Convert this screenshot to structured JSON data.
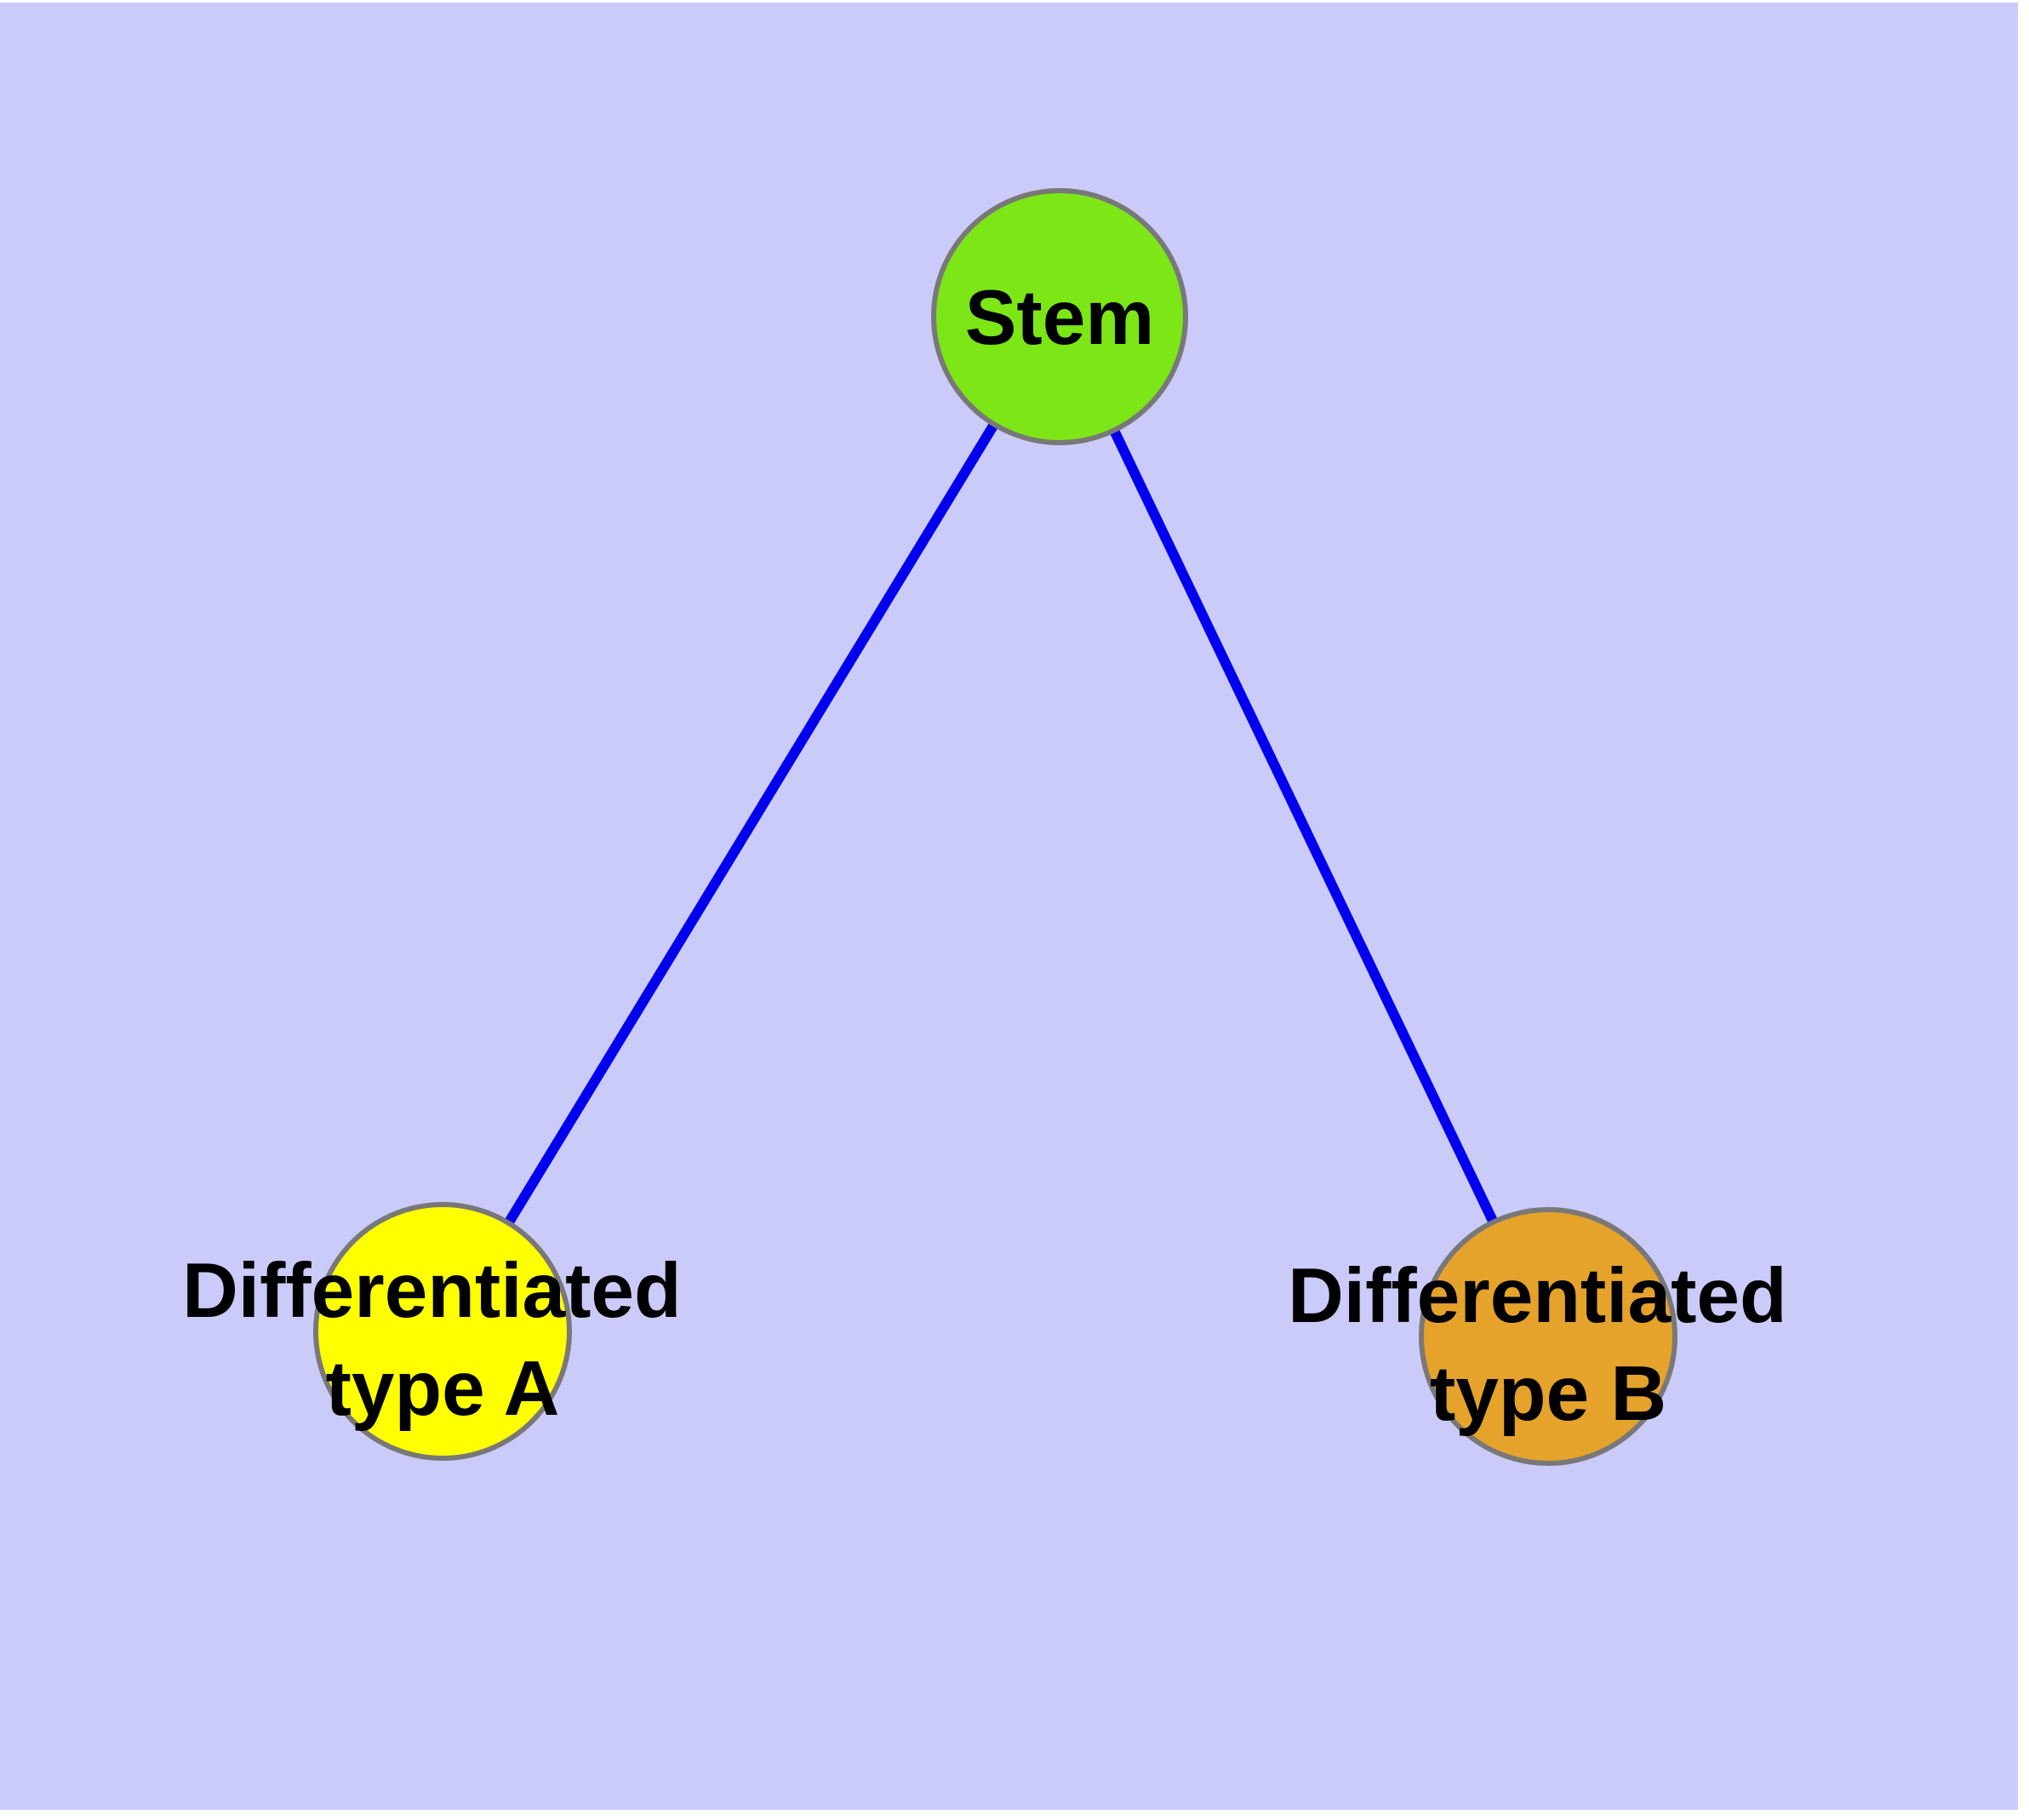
{
  "canvas": {
    "background": "#cbcbf9",
    "margin_color": "#ffffff"
  },
  "graph": {
    "title": "",
    "edge_color": "#0000ee",
    "node_border_color": "#787878",
    "label_color": "#000000",
    "nodes": {
      "stem": {
        "label": "Stem",
        "fill": "#7de617"
      },
      "type_a": {
        "label_line1": "Differentiated",
        "label_line2": "type A",
        "fill": "#ffff00"
      },
      "type_b": {
        "label_line1": "Differentiated",
        "label_line2": "type B",
        "fill": "#e5a32b"
      }
    },
    "edges": [
      {
        "from": "Stem",
        "to": "Differentiated type A"
      },
      {
        "from": "Stem",
        "to": "Differentiated type B"
      }
    ]
  }
}
